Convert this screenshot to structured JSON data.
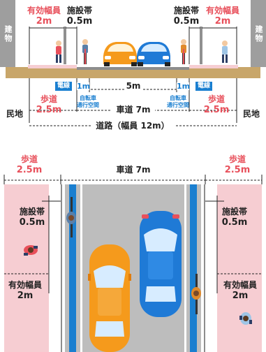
{
  "cross_section": {
    "building": "建物",
    "effective_width_label": "有効幅員",
    "effective_width_value": "2m",
    "facility_zone_label": "施設帯",
    "facility_zone_value": "0.5m",
    "pole": "電線",
    "bike_lane_width": "1m",
    "center_width": "5m",
    "bike_space_label": "自転車\n通行空間",
    "sidewalk_label": "歩道",
    "sidewalk_value": "2.5m",
    "private_land": "民地",
    "carriageway": "車道 7m",
    "road_total": "道路（幅員 12m）"
  },
  "plan_view": {
    "sidewalk_label": "歩道",
    "sidewalk_value": "2.5m",
    "carriageway": "車道 7m",
    "facility_zone_label": "施設帯",
    "facility_zone_value": "0.5m",
    "effective_width_label": "有効幅員",
    "effective_width_value": "2m"
  },
  "colors": {
    "sidewalk": "#f6cdd2",
    "road": "#bdbdbd",
    "bike_lane": "#1a7fd0",
    "accent_red": "#e8505b",
    "car_orange": "#f59a1c",
    "car_blue": "#1f7ad6"
  }
}
